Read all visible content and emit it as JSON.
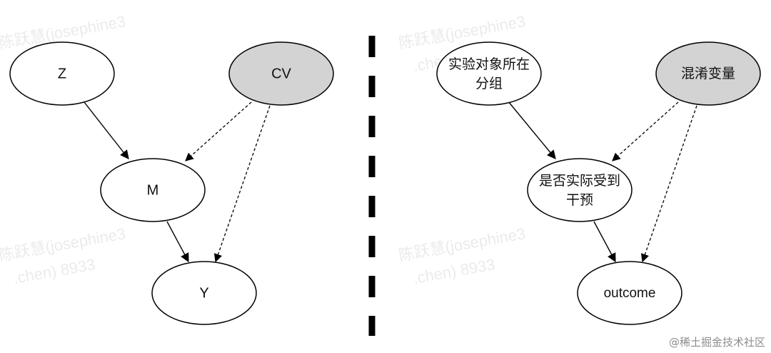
{
  "left_diagram": {
    "nodes": {
      "z": "Z",
      "cv": "CV",
      "m": "M",
      "y": "Y"
    }
  },
  "right_diagram": {
    "nodes": {
      "group_line1": "实验对象所在",
      "group_line2": "分组",
      "confound": "混淆变量",
      "treat_line1": "是否实际受到",
      "treat_line2": "干预",
      "outcome": "outcome"
    }
  },
  "watermark": {
    "line1": "陈跃慧(josephine3",
    "line2": ".chen) 8933"
  },
  "footer": {
    "text": "@稀土掘金技术社区"
  },
  "colors": {
    "node_fill": "#ffffff",
    "shaded_fill": "#d3d3d3",
    "stroke": "#000000",
    "divider": "#000000"
  }
}
